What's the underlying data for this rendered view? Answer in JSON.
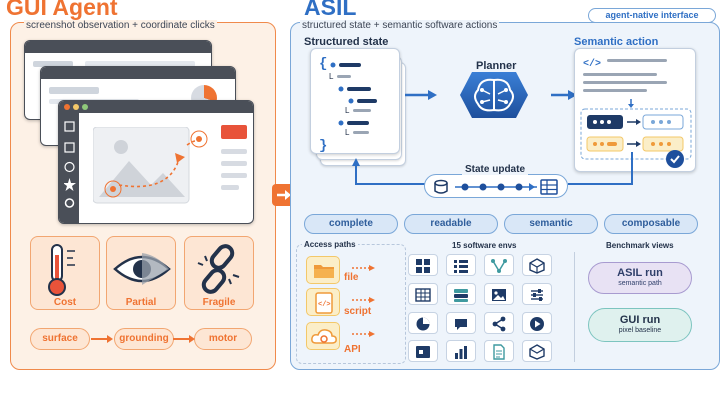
{
  "left": {
    "title": "GUI Agent",
    "subtitle": "screenshot observation + coordinate clicks",
    "metrics": [
      "Cost",
      "Partial",
      "Fragile"
    ],
    "pipeline": [
      "surface",
      "grounding",
      "motor"
    ]
  },
  "right": {
    "title": "ASIL",
    "subtitle": "structured state + semantic software actions",
    "badge": "agent-native interface",
    "structured_state": "Structured state",
    "planner": "Planner",
    "semantic_action": "Semantic action",
    "state_update": "State update",
    "properties": [
      "complete",
      "readable",
      "semantic",
      "composable"
    ],
    "access_paths_header": "Access paths",
    "access_paths": [
      "file",
      "script",
      "API"
    ],
    "envs_header": "15 software envs",
    "benchmark_header": "Benchmark views",
    "benchmarks": [
      {
        "title": "ASIL run",
        "sub": "semantic path"
      },
      {
        "title": "GUI run",
        "sub": "pixel baseline"
      }
    ]
  },
  "colors": {
    "orange": "#ef7332",
    "blue": "#2f6fc4",
    "navy": "#1e3a66",
    "teal": "#3f9aa0"
  },
  "icons": [
    "thermometer-icon",
    "eye-icon",
    "broken-link-icon",
    "brain-icon",
    "database-icon",
    "table-icon",
    "folder-icon",
    "code-icon",
    "cloud-gear-icon",
    "check-icon",
    "code-tag-icon"
  ]
}
